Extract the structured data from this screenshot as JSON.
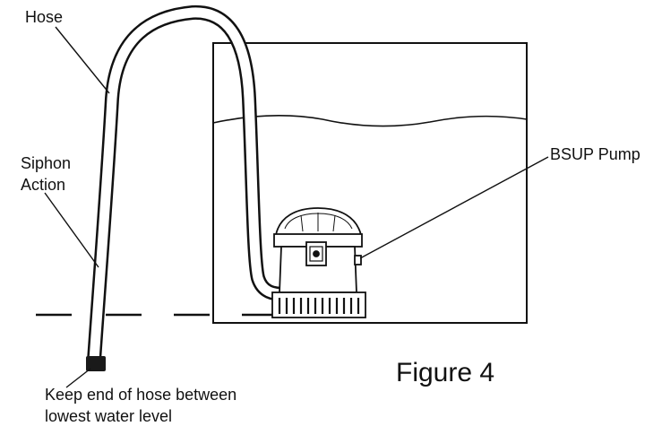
{
  "labels": {
    "hose": "Hose",
    "siphon_line1": "Siphon",
    "siphon_line2": "Action",
    "pump": "BSUP Pump",
    "note_line1": "Keep end of hose between",
    "note_line2": "lowest water level"
  },
  "figure_caption": "Figure 4",
  "colors": {
    "stroke": "#111111",
    "background": "#ffffff"
  }
}
